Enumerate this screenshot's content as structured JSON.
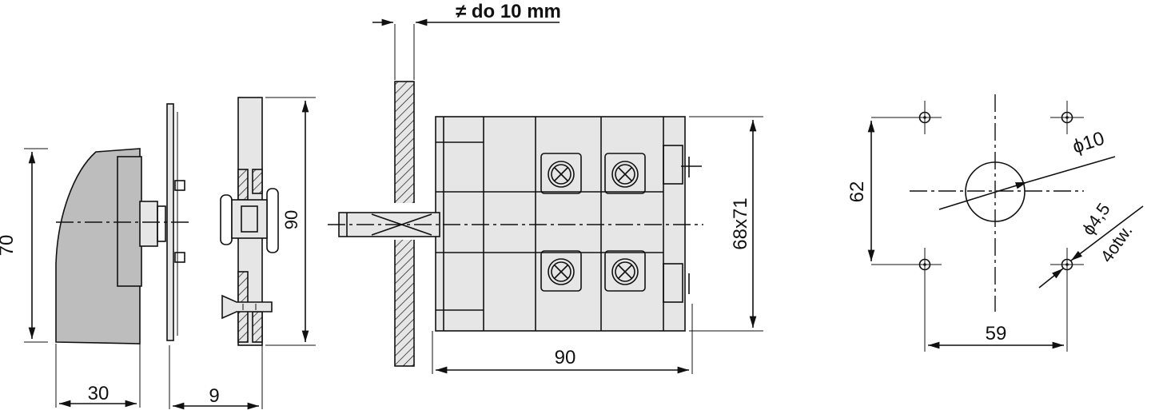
{
  "dimensions": {
    "handle_height": "70",
    "handle_depth": "30",
    "plate_thickness": "9",
    "plate_diameter": "90",
    "max_panel_thickness": "≠ do 10 mm",
    "switch_length": "90",
    "switch_section": "68x71",
    "hole_spacing_vertical": "62",
    "hole_spacing_horizontal": "59",
    "center_hole_diameter": "ϕ10",
    "mount_hole_diameter": "ϕ4,5",
    "mount_hole_count": "4otw."
  },
  "colors": {
    "line": "#111111",
    "handle_fill": "#bdbdbd",
    "body_fill": "#e6e6e6"
  }
}
